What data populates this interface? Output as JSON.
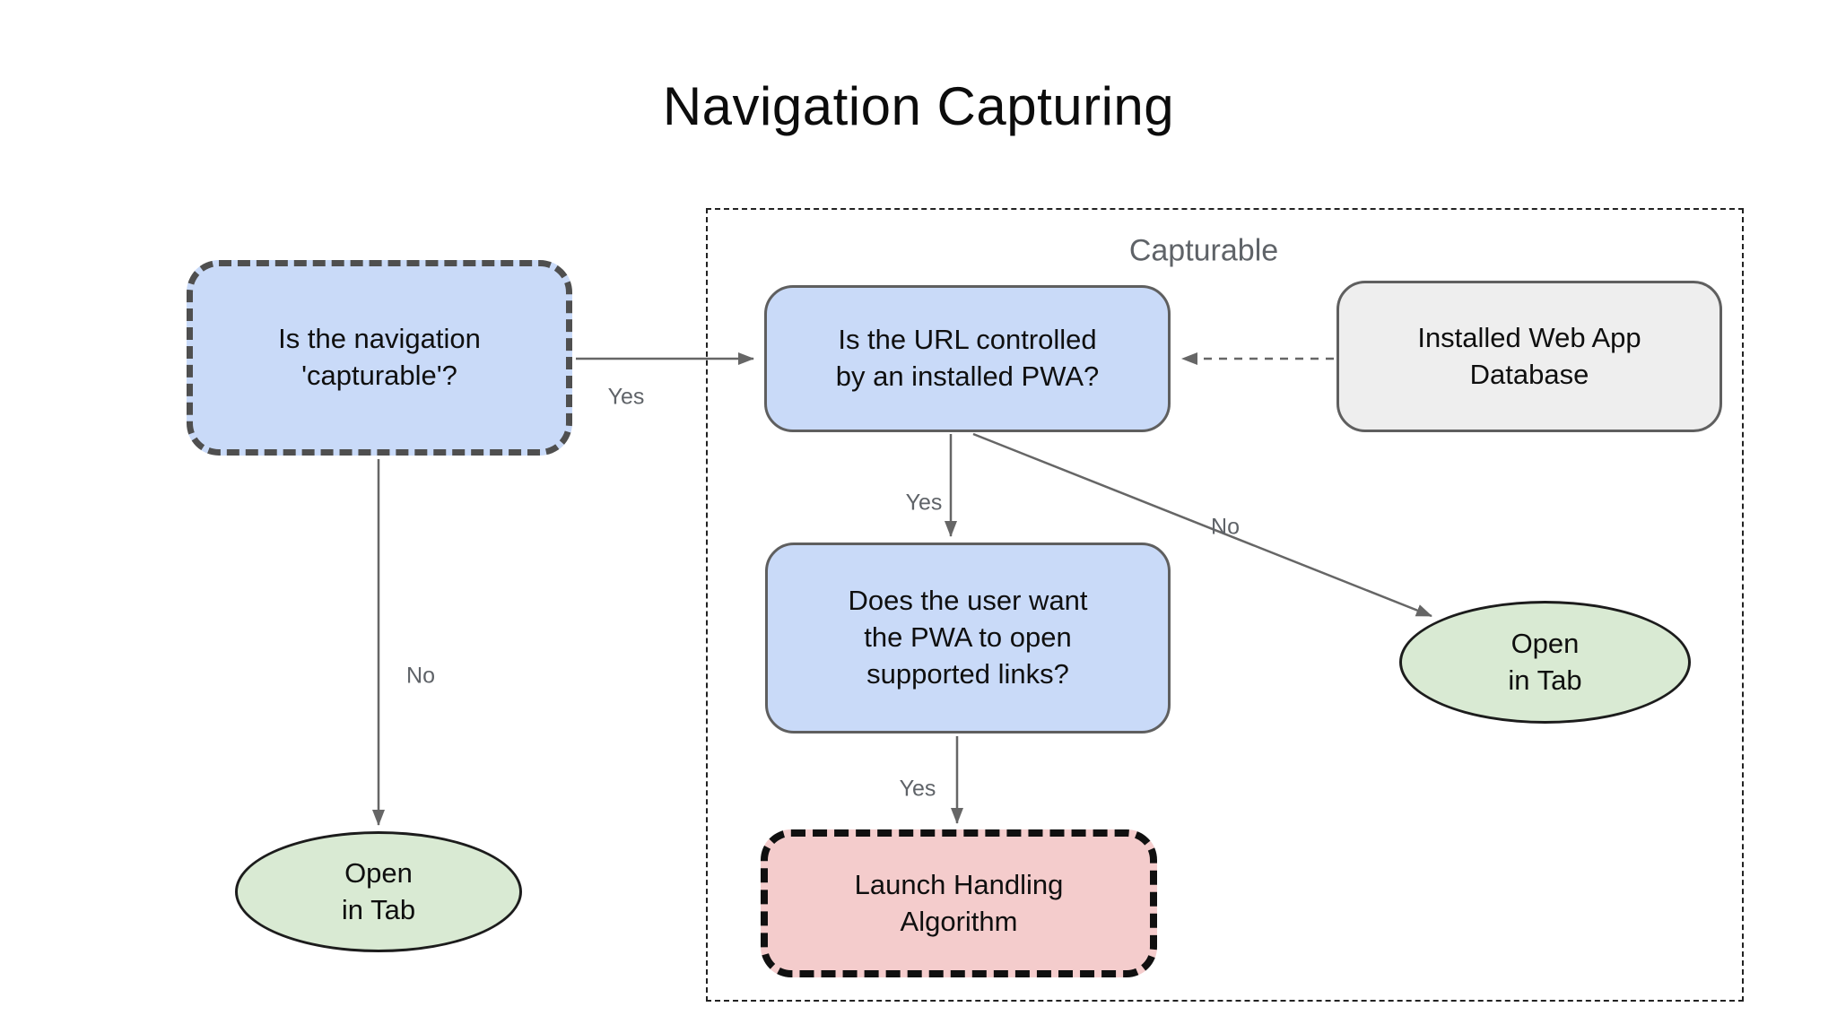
{
  "title": "Navigation Capturing",
  "group": {
    "label": "Capturable"
  },
  "nodes": {
    "is_navigation_capturable": {
      "label": "Is the navigation\n'capturable'?",
      "shape": "rounded-rect",
      "style": "blue-fill, thick dashed gray border"
    },
    "url_controlled_by_pwa": {
      "label": "Is the URL controlled\nby an installed PWA?",
      "shape": "rounded-rect",
      "style": "blue-fill, solid gray border"
    },
    "installed_web_app_database": {
      "label": "Installed Web App\nDatabase",
      "shape": "rounded-rect",
      "style": "gray-fill, solid gray border"
    },
    "user_wants_supported_links": {
      "label": "Does the user want\nthe PWA to open\nsupported links?",
      "shape": "rounded-rect",
      "style": "blue-fill, solid gray border"
    },
    "launch_handling_algorithm": {
      "label": "Launch Handling\nAlgorithm",
      "shape": "rounded-rect",
      "style": "pink-fill, thick dashed black border"
    },
    "open_in_tab_right": {
      "label": "Open\nin Tab",
      "shape": "ellipse",
      "style": "green-fill, solid black border"
    },
    "open_in_tab_left": {
      "label": "Open\nin Tab",
      "shape": "ellipse",
      "style": "green-fill, solid black border"
    }
  },
  "edges": [
    {
      "from": "is_navigation_capturable",
      "to": "url_controlled_by_pwa",
      "label": "Yes",
      "style": "solid"
    },
    {
      "from": "installed_web_app_database",
      "to": "url_controlled_by_pwa",
      "label": "",
      "style": "dashed"
    },
    {
      "from": "url_controlled_by_pwa",
      "to": "user_wants_supported_links",
      "label": "Yes",
      "style": "solid"
    },
    {
      "from": "url_controlled_by_pwa",
      "to": "open_in_tab_right",
      "label": "No",
      "style": "solid"
    },
    {
      "from": "user_wants_supported_links",
      "to": "launch_handling_algorithm",
      "label": "Yes",
      "style": "solid"
    },
    {
      "from": "is_navigation_capturable",
      "to": "open_in_tab_left",
      "label": "No",
      "style": "solid"
    }
  ],
  "colors": {
    "node_blue": "#c9daf8",
    "node_green": "#d9ead3",
    "node_pink": "#f4cccc",
    "node_gray": "#eeeeee",
    "arrow_gray": "#666666",
    "label_gray": "#5f6368",
    "dashed_border_gray": "#4f4f4f",
    "dashed_border_black": "#101010",
    "background": "#ffffff"
  }
}
